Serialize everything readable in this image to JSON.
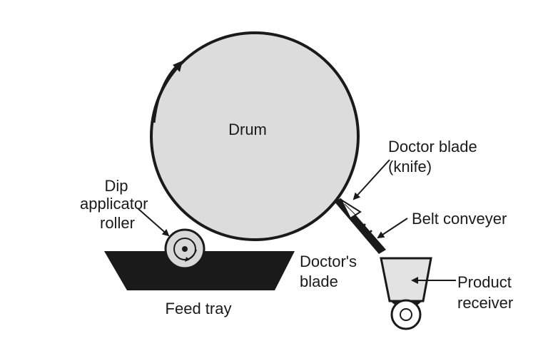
{
  "labels": {
    "drum": "Drum",
    "doctor_blade_knife_line1": "Doctor blade",
    "doctor_blade_knife_line2": "(knife)",
    "dip_applicator_line1": "Dip",
    "dip_applicator_line2": "applicator",
    "dip_applicator_line3": "roller",
    "belt_conveyer": "Belt conveyer",
    "doctors_blade_line1": "Doctor's",
    "doctors_blade_line2": "blade",
    "product_receiver_line1": "Product",
    "product_receiver_line2": "receiver",
    "feed_tray": "Feed tray"
  },
  "colors": {
    "drum_fill": "#dcdcdc",
    "outline": "#1a1a1a",
    "tray_fill": "#1a1a1a",
    "receiver_fill": "#e3e3e3"
  }
}
